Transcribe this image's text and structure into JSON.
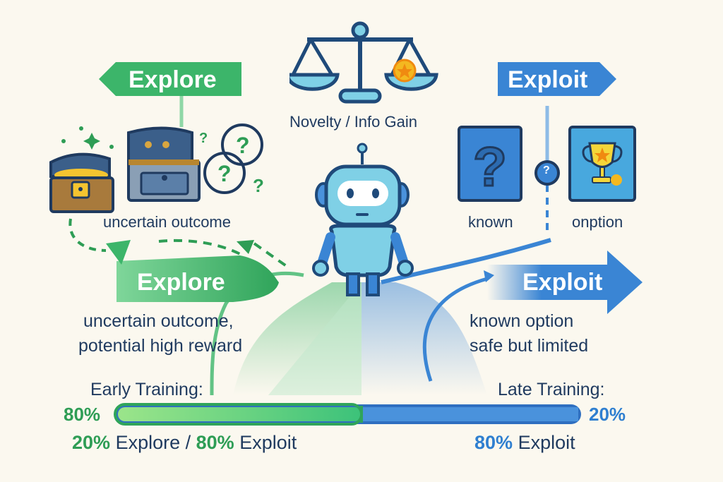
{
  "colors": {
    "explore": "#3cb56a",
    "exploit": "#3a85d4",
    "navy": "#1f3a5f",
    "background": "#fbf8ef",
    "gold": "#f4c430"
  },
  "top": {
    "explore_sign": "Explore",
    "exploit_sign": "Exploit",
    "scale_caption": "Novelty / Info Gain",
    "explore_caption": "uncertain outcome",
    "exploit_known_label": "known",
    "exploit_option_label": "onption",
    "question_marks": [
      "?",
      "?",
      "?",
      "?"
    ],
    "small_question": "?"
  },
  "paths": {
    "explore": {
      "label": "Explore",
      "description_line1": "uncertain outcome,",
      "description_line2": "potential high reward"
    },
    "exploit": {
      "label": "Exploit",
      "description_line1": "known option",
      "description_line2": "safe but limited"
    }
  },
  "training": {
    "early_label": "Early Training:",
    "late_label": "Late Training:",
    "left_percent": "80%",
    "right_percent": "20%",
    "early_ratio": {
      "explore_pct": "20%",
      "explore_word": "Explore /",
      "exploit_pct": "80%",
      "exploit_word": "Exploit"
    },
    "late_ratio": {
      "exploit_pct": "80%",
      "exploit_word": "Exploit"
    }
  },
  "icons": [
    "scale-icon",
    "coin-star-icon",
    "treasure-chest-icon",
    "open-chest-icon",
    "question-bubble-icon",
    "robot-icon",
    "question-card-icon",
    "trophy-card-icon"
  ]
}
